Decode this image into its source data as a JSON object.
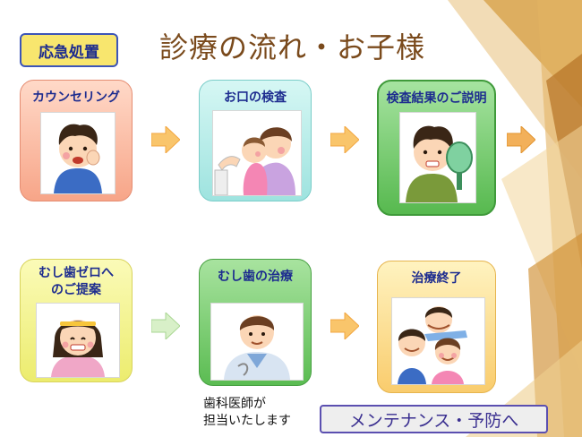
{
  "title": "診療の流れ・お子様",
  "emergency_label": "応急処置",
  "row1": [
    {
      "label": "カウンセリング",
      "image": "child-holding-cheek-illustration"
    },
    {
      "label": "お口の検査",
      "image": "mother-and-baby-illustration"
    },
    {
      "label": "検査結果のご説明",
      "image": "child-with-mirror-illustration"
    }
  ],
  "row2": [
    {
      "label_line1": "むし歯ゼロへ",
      "label_line2": "のご提案",
      "image": "smiling-girl-illustration"
    },
    {
      "label": "むし歯の治療",
      "image": "dentist-illustration"
    },
    {
      "label": "治療終了",
      "image": "happy-children-illustration"
    }
  ],
  "dentist_note_line1": "歯科医師が",
  "dentist_note_line2": "担当いたします",
  "maintenance_label": "メンテナンス・予防へ",
  "colors": {
    "title": "#7a4a1c",
    "label": "#1d2c8f",
    "arrow": "#f9c56b",
    "card_counseling": "#f7a588",
    "card_inspection": "#9ee3df",
    "card_explain": "#57b94f",
    "card_proposal": "#ecec6e",
    "card_treatment": "#5bbc52",
    "card_finish": "#f9cc6d",
    "decor_gold": "#d49a3c"
  }
}
